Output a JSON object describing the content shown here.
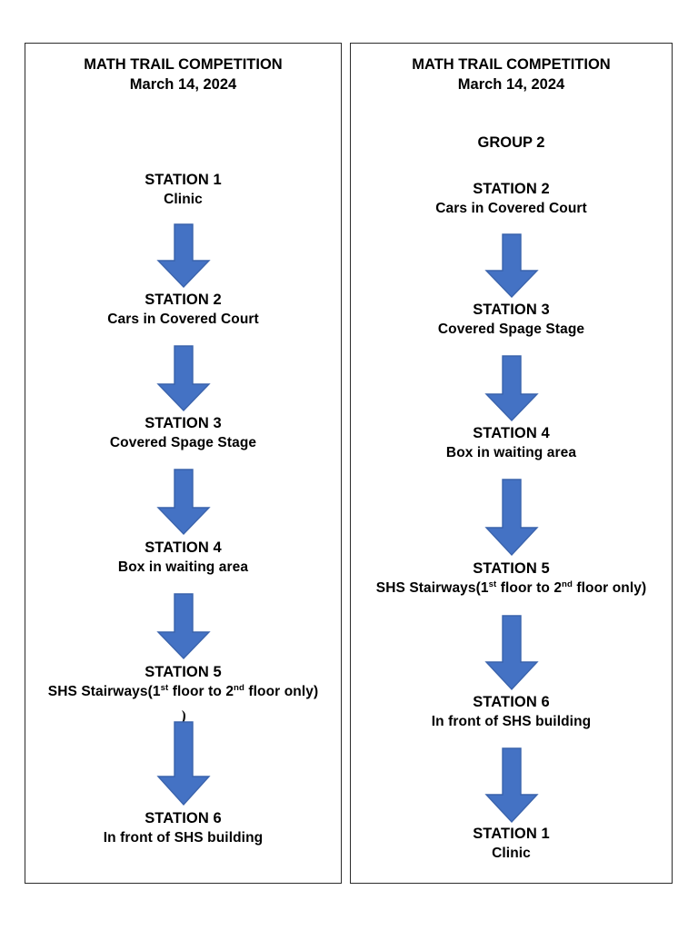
{
  "meta": {
    "background_color": "#ffffff",
    "panel_border_color": "#2b2b2b",
    "arrow_fill_color": "#4472C4",
    "arrow_stroke_color": "#3A63AC",
    "text_color": "#000000"
  },
  "panels": [
    {
      "id": "group-1",
      "heading": {
        "line1": "MATH TRAIL COMPETITION",
        "line2": "March 14, 2024"
      },
      "group_label": "",
      "nodes": [
        {
          "title": "STATION 1",
          "subtitle": "Clinic"
        },
        {
          "title": "STATION 2",
          "subtitle": "Cars in Covered Court"
        },
        {
          "title": "STATION 3",
          "subtitle": "Covered Spage Stage"
        },
        {
          "title": "STATION 4",
          "subtitle": "Box in waiting area"
        },
        {
          "title": "STATION 5",
          "subtitle": "SHS Stairways(1st floor to 2nd floor only)",
          "subtitle_html": "SHS Stairways(1<sup>st</sup> floor to 2<sup>nd</sup> floor only)"
        },
        {
          "title": "STATION 6",
          "subtitle": "In front of SHS building"
        }
      ],
      "artifact": ")"
    },
    {
      "id": "group-2",
      "heading": {
        "line1": "MATH TRAIL COMPETITION",
        "line2": "March 14, 2024"
      },
      "group_label": "GROUP 2",
      "nodes": [
        {
          "title": "STATION 2",
          "subtitle": "Cars in Covered Court"
        },
        {
          "title": "STATION 3",
          "subtitle": "Covered Spage Stage"
        },
        {
          "title": "STATION 4",
          "subtitle": "Box in waiting area"
        },
        {
          "title": "STATION 5",
          "subtitle": "SHS Stairways(1st floor to 2nd floor only)",
          "subtitle_html": "SHS Stairways(1<sup>st</sup> floor to 2<sup>nd</sup> floor only)"
        },
        {
          "title": "STATION 6",
          "subtitle": "In front of SHS building"
        },
        {
          "title": "STATION 1",
          "subtitle": "Clinic"
        }
      ],
      "artifact": ""
    }
  ],
  "arrows": {
    "icon_name": "down-arrow-icon",
    "count_left": 5,
    "count_right": 5
  }
}
